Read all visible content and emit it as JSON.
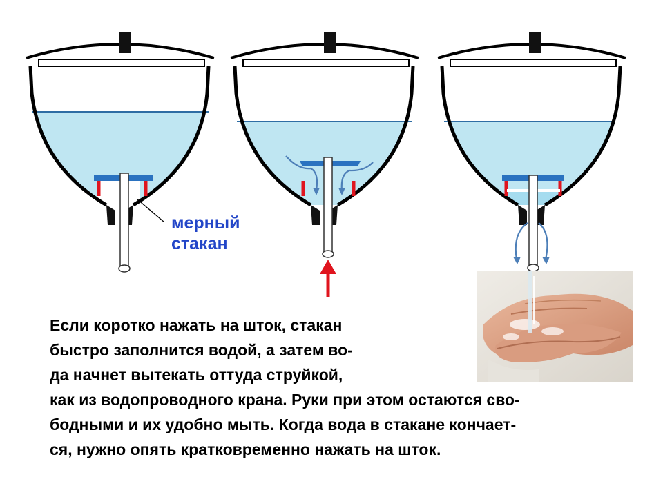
{
  "label": {
    "line1": "мерный",
    "line2": "стакан"
  },
  "caption": {
    "lines": [
      "Если коротко нажать на шток, стакан",
      "быстро заполнится водой, а затем во-",
      "да начнет вытекать оттуда струйкой,",
      "как из водопроводного крана. Руки при этом остаются сво-",
      "бодными и их удобно мыть.  Когда вода в стакане кончает-",
      "ся, нужно опять кратковременно нажать на шток."
    ]
  },
  "colors": {
    "water": "#bfe6f2",
    "water_line": "#2e6da4",
    "cap": "#2a72c0",
    "cup_wall": "#e0141e",
    "outline": "#000000",
    "label": "#2346c8",
    "arrow_red": "#e0141e",
    "flow_arrow": "#4d7fb8"
  }
}
